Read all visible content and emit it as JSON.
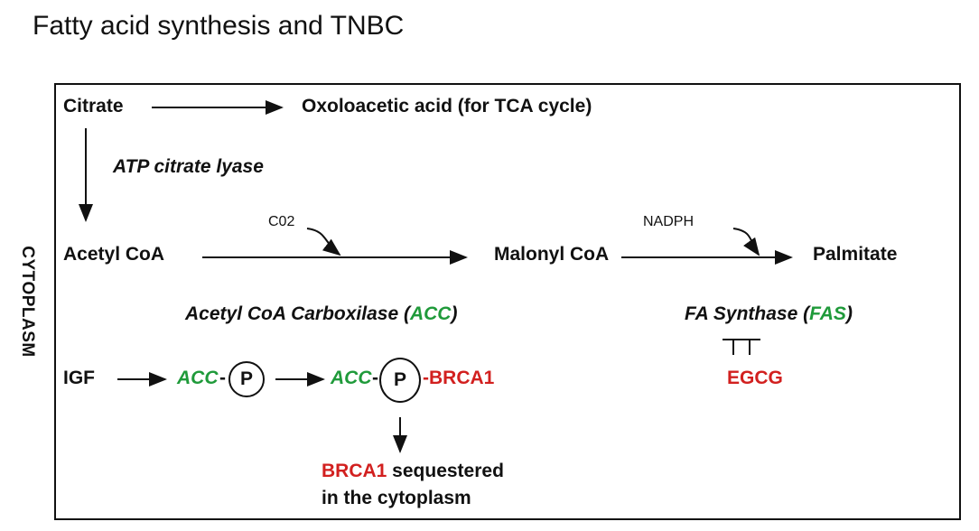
{
  "title": "Fatty acid synthesis and TNBC",
  "side_label": "CYTOPLASM",
  "nodes": {
    "citrate": "Citrate",
    "oxaloacetic": "Oxoloacetic  acid (for TCA cycle)",
    "atp_citrate_lyase": "ATP citrate lyase",
    "acetyl_coa": "Acetyl CoA",
    "co2": "C02",
    "malonyl_coa": "Malonyl CoA",
    "nadph": "NADPH",
    "palmitate": "Palmitate",
    "acc_enzyme_prefix": "Acetyl CoA Carboxilase (",
    "acc_enzyme_abbr": "ACC",
    "acc_enzyme_suffix": ")",
    "fas_enzyme_prefix": "FA Synthase (",
    "fas_enzyme_abbr": "FAS",
    "fas_enzyme_suffix": ")",
    "igf": "IGF",
    "acc1": "ACC",
    "dash1": "-",
    "p1": "P",
    "acc2": "ACC",
    "dash2": "-",
    "p2": "P",
    "brca1_bound": "-BRCA1",
    "egcg": "EGCG",
    "brca1_seq": "BRCA1",
    "sequestered_1": " sequestered",
    "sequestered_2": "in the cytoplasm"
  },
  "colors": {
    "green": "#1f9a3a",
    "red": "#d2201f",
    "ink": "#111111"
  }
}
